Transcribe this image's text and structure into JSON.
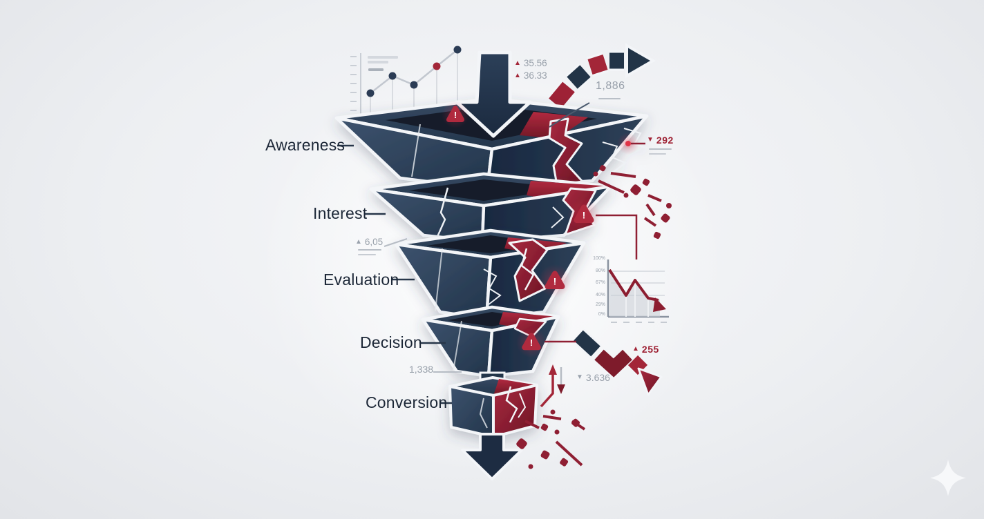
{
  "stages": [
    {
      "label": "Awareness"
    },
    {
      "label": "Interest"
    },
    {
      "label": "Evaluation"
    },
    {
      "label": "Decision"
    },
    {
      "label": "Conversion"
    }
  ],
  "metrics": {
    "inflow_a": {
      "icon": "▲",
      "value": "35.56"
    },
    "inflow_b": {
      "icon": "▲",
      "value": "36.33"
    },
    "awareness_volume": "1,886",
    "awareness_drop": {
      "icon": "▼",
      "value": "292"
    },
    "evaluation_delta": {
      "icon": "▲",
      "value": "6,05"
    },
    "decision_volume": "1,338",
    "decision_delta": {
      "icon": "▲",
      "value": "255"
    },
    "conversion_drop": {
      "icon": "▼",
      "value": "3.636"
    }
  },
  "icons": {
    "warning": "!",
    "sparkle": "✦"
  },
  "colors": {
    "navy": "#24374e",
    "navy_dark": "#1b2a3f",
    "red": "#a32638",
    "red_dark": "#7e1b2b",
    "text_dark": "#1c2737",
    "text_gray": "#98a0aa",
    "background": "#edeff2",
    "outline": "#f3f5f8"
  },
  "chart_data": [
    {
      "type": "funnel",
      "title": "",
      "stages": [
        "Awareness",
        "Interest",
        "Evaluation",
        "Decision",
        "Conversion"
      ],
      "annotations": [
        {
          "stage": "Awareness",
          "value": "1,886"
        },
        {
          "stage": "Awareness",
          "change": "▼ 292"
        },
        {
          "stage": "Evaluation",
          "change": "▲ 6,05"
        },
        {
          "stage": "Decision",
          "value": "1,338"
        },
        {
          "stage": "Decision",
          "change": "▲ 255"
        },
        {
          "stage": "Decision",
          "change": "▼ 3.636"
        }
      ],
      "inflow_annotations": [
        "▲ 35.56",
        "▲ 36.33"
      ],
      "notes": "broken funnel with cracks, leak pipe arrow out of top stage, warning icons on each damaged stage"
    },
    {
      "type": "line",
      "name": "uptrend-sparkline-top-left",
      "x": [
        1,
        2,
        3,
        4,
        5
      ],
      "y": [
        30,
        55,
        45,
        72,
        95
      ],
      "highlight_index": 3,
      "gridlines": false,
      "legend": "none"
    },
    {
      "type": "line",
      "name": "decline-chart-right",
      "x": [
        1,
        2,
        3,
        4,
        5
      ],
      "y": [
        95,
        40,
        65,
        32,
        30
      ],
      "y_ticks": [
        "100%",
        "80%",
        "67%",
        "40%",
        "29%",
        "0%"
      ],
      "area": true,
      "gridlines": true,
      "legend": "none"
    }
  ]
}
